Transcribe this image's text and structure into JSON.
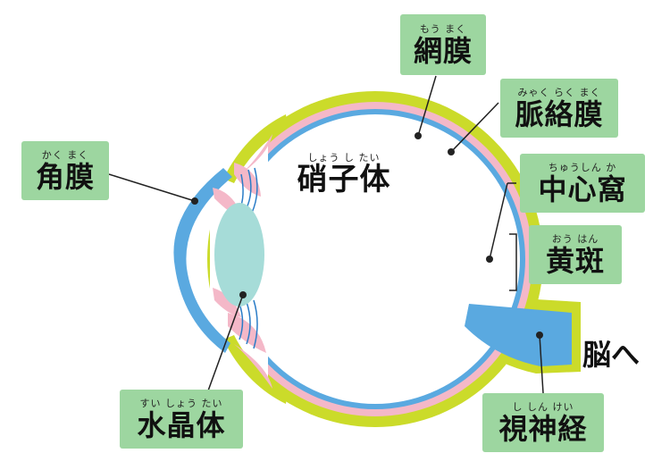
{
  "diagram": {
    "labels": {
      "retina": {
        "ruby": "もう まく",
        "text": "網膜"
      },
      "choroid": {
        "ruby": "みゃく らく まく",
        "text": "脈絡膜"
      },
      "cornea": {
        "ruby": "かく まく",
        "text": "角膜"
      },
      "vitreous": {
        "ruby": "しょう し たい",
        "text": "硝子体"
      },
      "fovea": {
        "ruby": "ちゅうしん か",
        "text": "中心窩"
      },
      "macula": {
        "ruby": "おう はん",
        "text": "黄斑"
      },
      "lens": {
        "ruby": "すい しょう たい",
        "text": "水晶体"
      },
      "optic_nerve": {
        "ruby": "し しん けい",
        "text": "視神経"
      },
      "to_brain": "脳へ"
    },
    "colors": {
      "sclera": "#cbdb2a",
      "choroid": "#f4b8c8",
      "retina": "#5aa9e0",
      "lens": "#a6dcd8",
      "label_bg": "#9dd6a0",
      "line": "#222222"
    }
  }
}
